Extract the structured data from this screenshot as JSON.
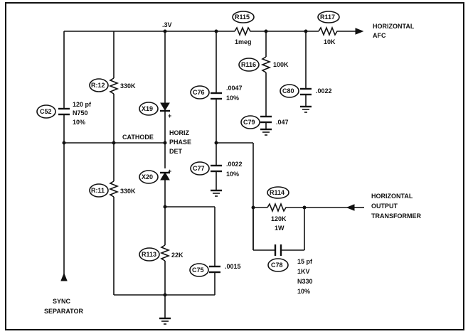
{
  "supply": {
    "label": ".3V"
  },
  "signals": {
    "horizontal_afc": [
      "HORIZONTAL",
      "AFC"
    ],
    "horizontal_output_transformer": [
      "HORIZONTAL",
      "OUTPUT",
      "TRANSFORMER"
    ],
    "sync_separator": [
      "SYNC",
      "SEPARATOR"
    ]
  },
  "nodes": {
    "cathode": "CATHODE",
    "phase_det": [
      "HORIZ",
      "PHASE",
      "DET"
    ]
  },
  "components": {
    "R115": {
      "ref": "R115",
      "value": "1meg"
    },
    "R117": {
      "ref": "R117",
      "value": "10K"
    },
    "R116": {
      "ref": "R116",
      "value": "100K"
    },
    "R112": {
      "ref": "R:12",
      "value": "330K"
    },
    "R111": {
      "ref": "R:11",
      "value": "330K"
    },
    "R113": {
      "ref": "R113",
      "value": "22K"
    },
    "R114": {
      "ref": "R114",
      "values": [
        "120K",
        "1W"
      ]
    },
    "C52": {
      "ref": "C52",
      "values": [
        "120 pf",
        "N750",
        "10%"
      ]
    },
    "C76": {
      "ref": "C76",
      "values": [
        ".0047",
        "10%"
      ]
    },
    "C77": {
      "ref": "C77",
      "values": [
        ".0022",
        "10%"
      ]
    },
    "C79": {
      "ref": "C79",
      "value": ".047"
    },
    "C80": {
      "ref": "C80",
      "value": ".0022"
    },
    "C75": {
      "ref": "C75",
      "value": ".0015"
    },
    "C78": {
      "ref": "C78",
      "values": [
        "15 pf",
        "1KV",
        "N330",
        "10%"
      ]
    },
    "X19": {
      "ref": "X19"
    },
    "X20": {
      "ref": "X20"
    }
  }
}
